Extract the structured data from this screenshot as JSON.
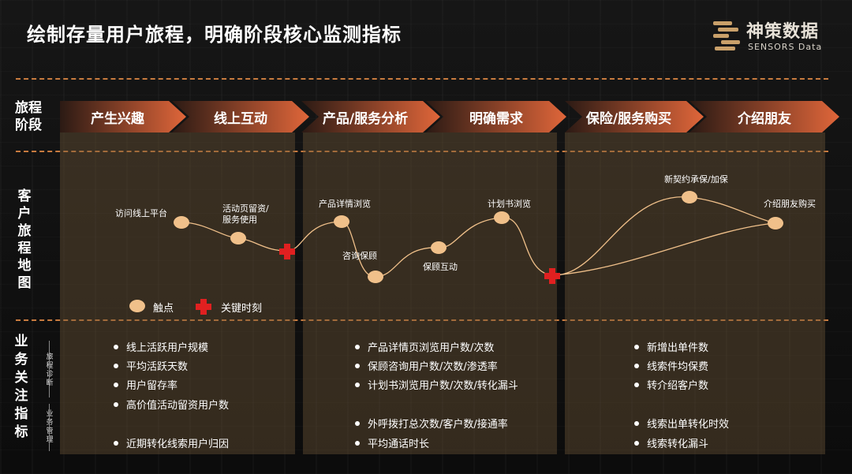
{
  "title": "绘制存量用户旅程，明确阶段核心监测指标",
  "logo": {
    "cn": "神策数据",
    "en": "SENSORS Data",
    "icon": "sensors-logo-icon"
  },
  "colors": {
    "accent": "#e0663a",
    "touchpoint": "#f0c08a",
    "key_moment": "#e02020",
    "dash": "#c87b3f",
    "panel": "#6e5537"
  },
  "row_labels": {
    "stage": "旅程阶段",
    "map": "客户旅程地图",
    "metrics": "业务关注指标"
  },
  "sub_labels": {
    "diagnosis": "旅程诊断",
    "management": "业务管理"
  },
  "stages": [
    "产生兴趣",
    "线上互动",
    "产品/服务分析",
    "明确需求",
    "保险/服务购买",
    "介绍朋友"
  ],
  "touchpoints": [
    "访问线上平台",
    "活动页留资/服务使用",
    "产品详情浏览",
    "咨询保顾",
    "保顾互动",
    "计划书浏览",
    "新契约承保/加保",
    "介绍朋友购买"
  ],
  "legend": {
    "touchpoint": "触点",
    "key_moment": "关键时刻"
  },
  "metrics": {
    "col1": {
      "diagnosis": [
        "线上活跃用户规模",
        "平均活跃天数",
        "用户留存率",
        "高价值活动留资用户数"
      ],
      "management": [
        "近期转化线索用户归因"
      ]
    },
    "col2": {
      "diagnosis": [
        "产品详情页浏览用户数/次数",
        "保顾咨询用户数/次数/渗透率",
        "计划书浏览用户数/次数/转化漏斗"
      ],
      "management": [
        "外呼拨打总次数/客户数/接通率",
        "平均通话时长"
      ]
    },
    "col3": {
      "diagnosis": [
        "新增出单件数",
        "线索件均保费",
        "转介绍客户数"
      ],
      "management": [
        "线索出单转化时效",
        "线索转化漏斗"
      ]
    }
  }
}
